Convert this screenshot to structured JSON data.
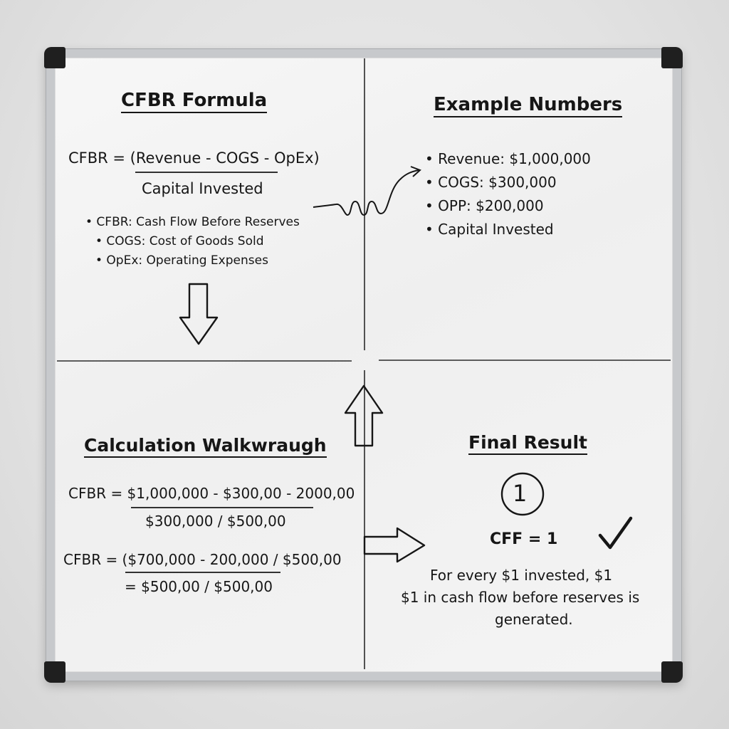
{
  "formula": {
    "title": "CFBR Formula",
    "numerator": "CFBR = (Revenue - COGS - OpEx)",
    "denominator": "Capital Invested",
    "definitions": [
      "• CFBR: Cash Flow Before Reserves",
      "• COGS: Cost of Goods Sold",
      "• OpEx: Operating Expenses"
    ]
  },
  "example": {
    "title": "Example Numbers",
    "items": [
      "• Revenue: $1,000,000",
      "• COGS: $300,000",
      "• OPP: $200,000",
      "• Capital Invested"
    ]
  },
  "calculation": {
    "title": "Calculation Walkwraugh",
    "line1": "CFBR = $1,000,000 - $300,00 - 2000,00",
    "line2": "$300,000 / $500,00",
    "line3": "CFBR = ($700,000 - 200,000 / $500,00",
    "line4": "= $500,00 / $500,00"
  },
  "result": {
    "title": "Final Result",
    "circled_number": "1",
    "equation": "CFF = 1",
    "checkmark": "✓",
    "note_line1": "For every $1 invested, $1",
    "note_line2": "$1 in cash flow before reserves is",
    "note_line3": "generated."
  }
}
